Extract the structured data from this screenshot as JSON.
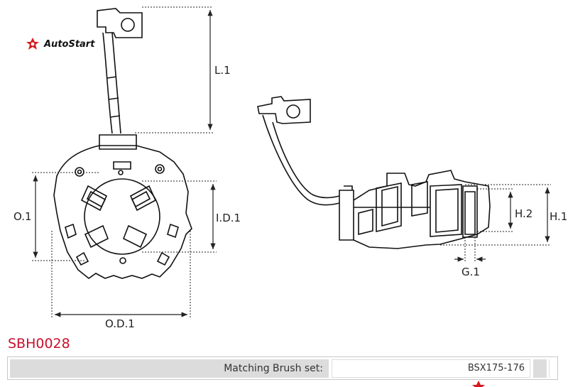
{
  "brand": {
    "name": "AutoStart",
    "accent": "#d71920"
  },
  "product_code": "SBH0028",
  "dimensions": [
    "L.1",
    "O.1",
    "I.D.1",
    "O.D.1",
    "H.2",
    "H.1",
    "G.1"
  ],
  "table": {
    "label": "Matching Brush set:",
    "value": "BSX175-176"
  },
  "colors": {
    "code": "#c8102e",
    "line": "#111111",
    "dim": "#222222"
  }
}
